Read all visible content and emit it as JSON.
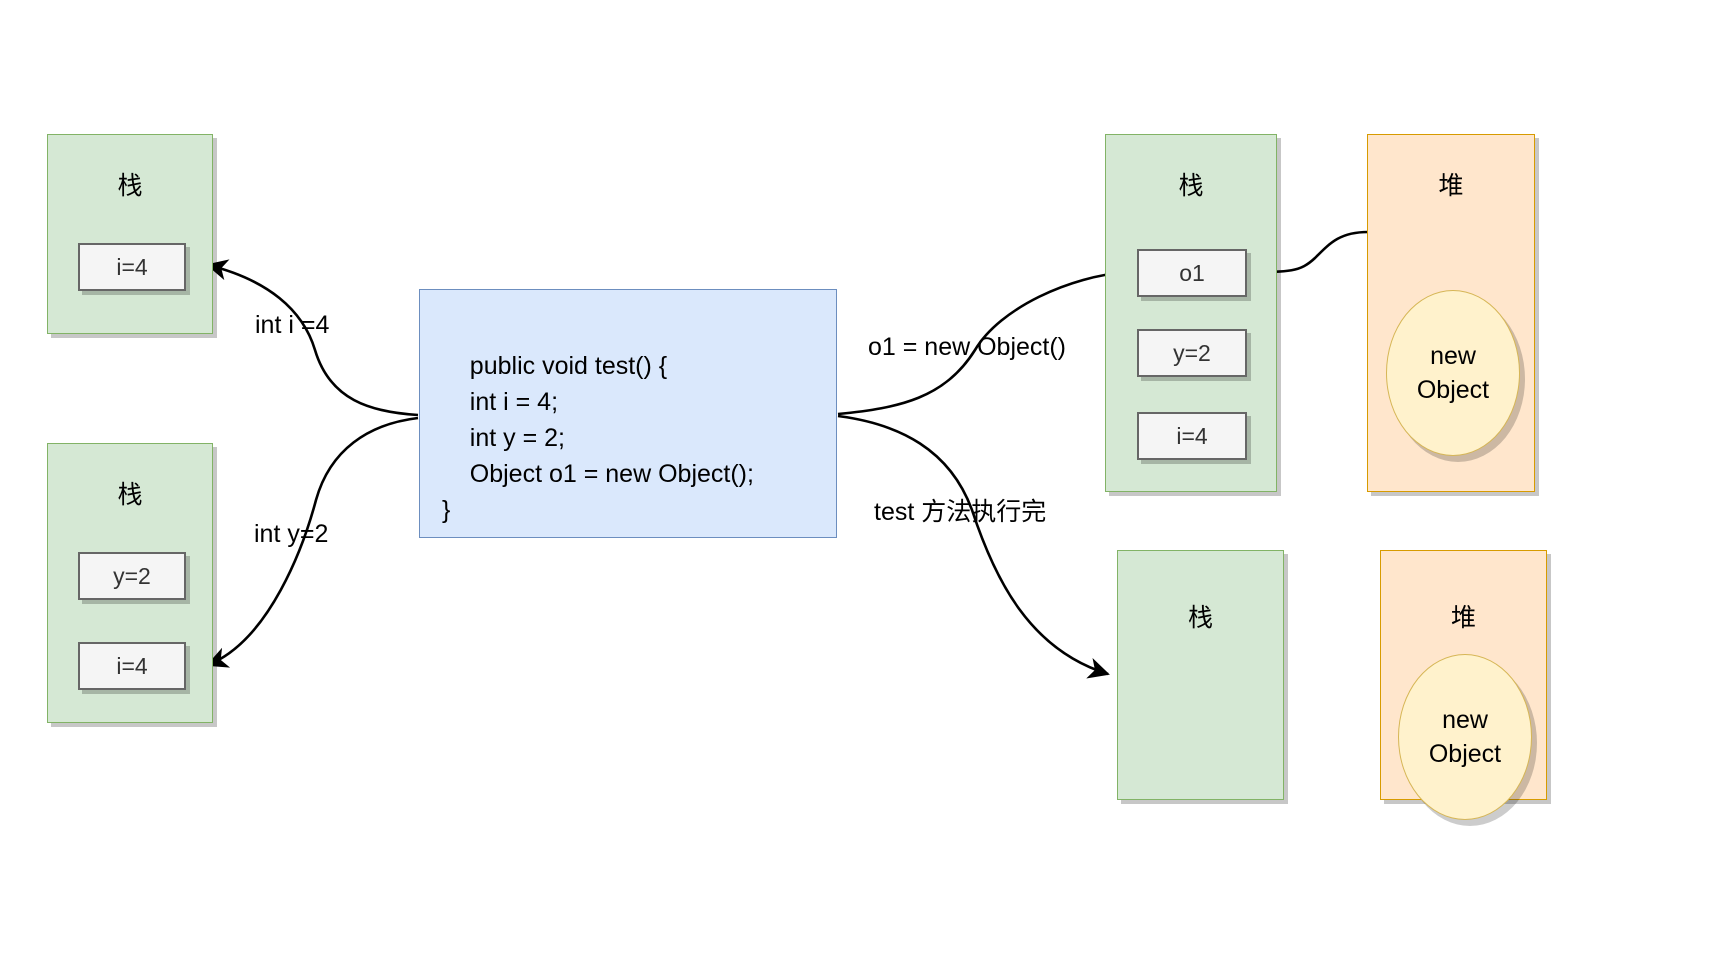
{
  "diagram": {
    "type": "jvm-memory-stack-heap-diagram",
    "colors": {
      "stack_fill": "#d5e8d4",
      "stack_stroke": "#82b366",
      "heap_fill": "#ffe6cc",
      "heap_stroke": "#d79b00",
      "code_fill": "#dae8fc",
      "code_stroke": "#6c8ebf",
      "slot_fill": "#f5f5f5",
      "slot_stroke": "#666666",
      "object_fill": "#fff2cc",
      "object_stroke": "#d6b656",
      "edge": "#000000"
    }
  },
  "code_block": {
    "text": "public void test() {\n    int i = 4;\n    int y = 2;\n    Object o1 = new Object();\n}"
  },
  "stacks": {
    "top_left": {
      "title": "栈",
      "slots": [
        "i=4"
      ]
    },
    "bottom_left": {
      "title": "栈",
      "slots": [
        "y=2",
        "i=4"
      ]
    },
    "top_right": {
      "title": "栈",
      "slots": [
        "o1",
        "y=2",
        "i=4"
      ]
    },
    "bottom_right": {
      "title": "栈",
      "slots": []
    }
  },
  "heaps": {
    "top_right": {
      "title": "堆",
      "object_label_line1": "new",
      "object_label_line2": "Object"
    },
    "bottom_right": {
      "title": "堆",
      "object_label_line1": "new",
      "object_label_line2": "Object"
    }
  },
  "edge_labels": {
    "int_i": "int i =4",
    "int_y": "int y=2",
    "new_object": "o1 = new Object()",
    "method_done": "test 方法执行完"
  }
}
